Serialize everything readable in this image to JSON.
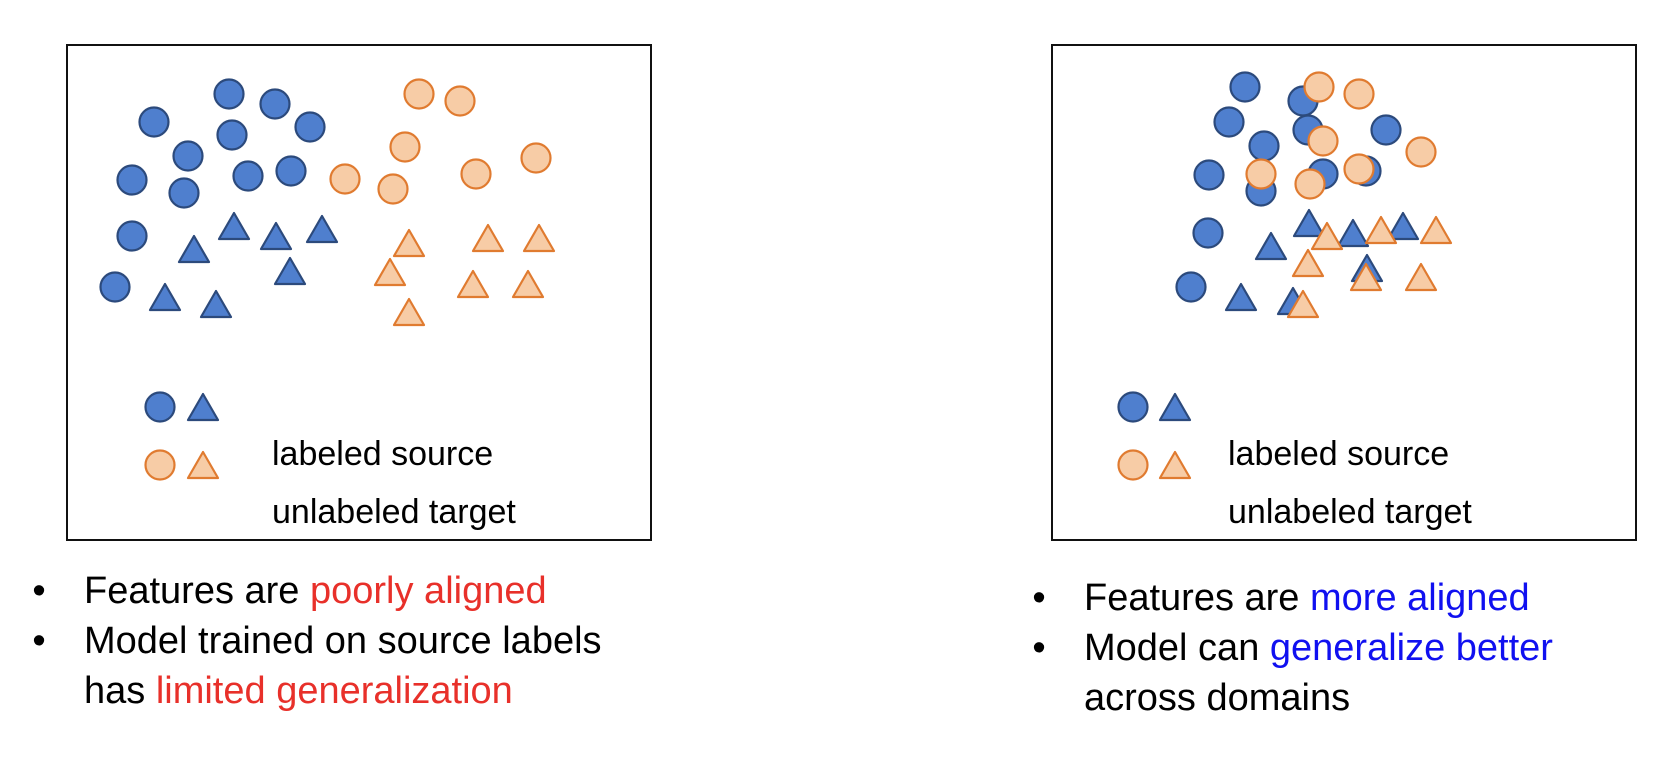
{
  "colors": {
    "source_fill": "#4f7fce",
    "source_stroke": "#2c4a7c",
    "target_fill": "#f7cca6",
    "target_stroke": "#e07b30",
    "highlight_left": "#e8302a",
    "highlight_right": "#1010f0"
  },
  "panels": [
    {
      "legend": {
        "source_label": "labeled source",
        "target_label": "unlabeled target"
      },
      "bullets": [
        {
          "parts": [
            {
              "text": "Features are ",
              "highlight": false
            },
            {
              "text": "poorly aligned",
              "highlight": true
            }
          ]
        },
        {
          "parts": [
            {
              "text": "Model trained on source labels has ",
              "highlight": false
            },
            {
              "text": "limited generalization",
              "highlight": true
            }
          ]
        }
      ]
    },
    {
      "legend": {
        "source_label": "labeled source",
        "target_label": "unlabeled target"
      },
      "bullets": [
        {
          "parts": [
            {
              "text": "Features are ",
              "highlight": false
            },
            {
              "text": "more aligned",
              "highlight": true
            }
          ]
        },
        {
          "parts": [
            {
              "text": "Model can ",
              "highlight": false
            },
            {
              "text": "generalize better",
              "highlight": true
            },
            {
              "text": " across domains",
              "highlight": false
            }
          ]
        }
      ]
    }
  ]
}
